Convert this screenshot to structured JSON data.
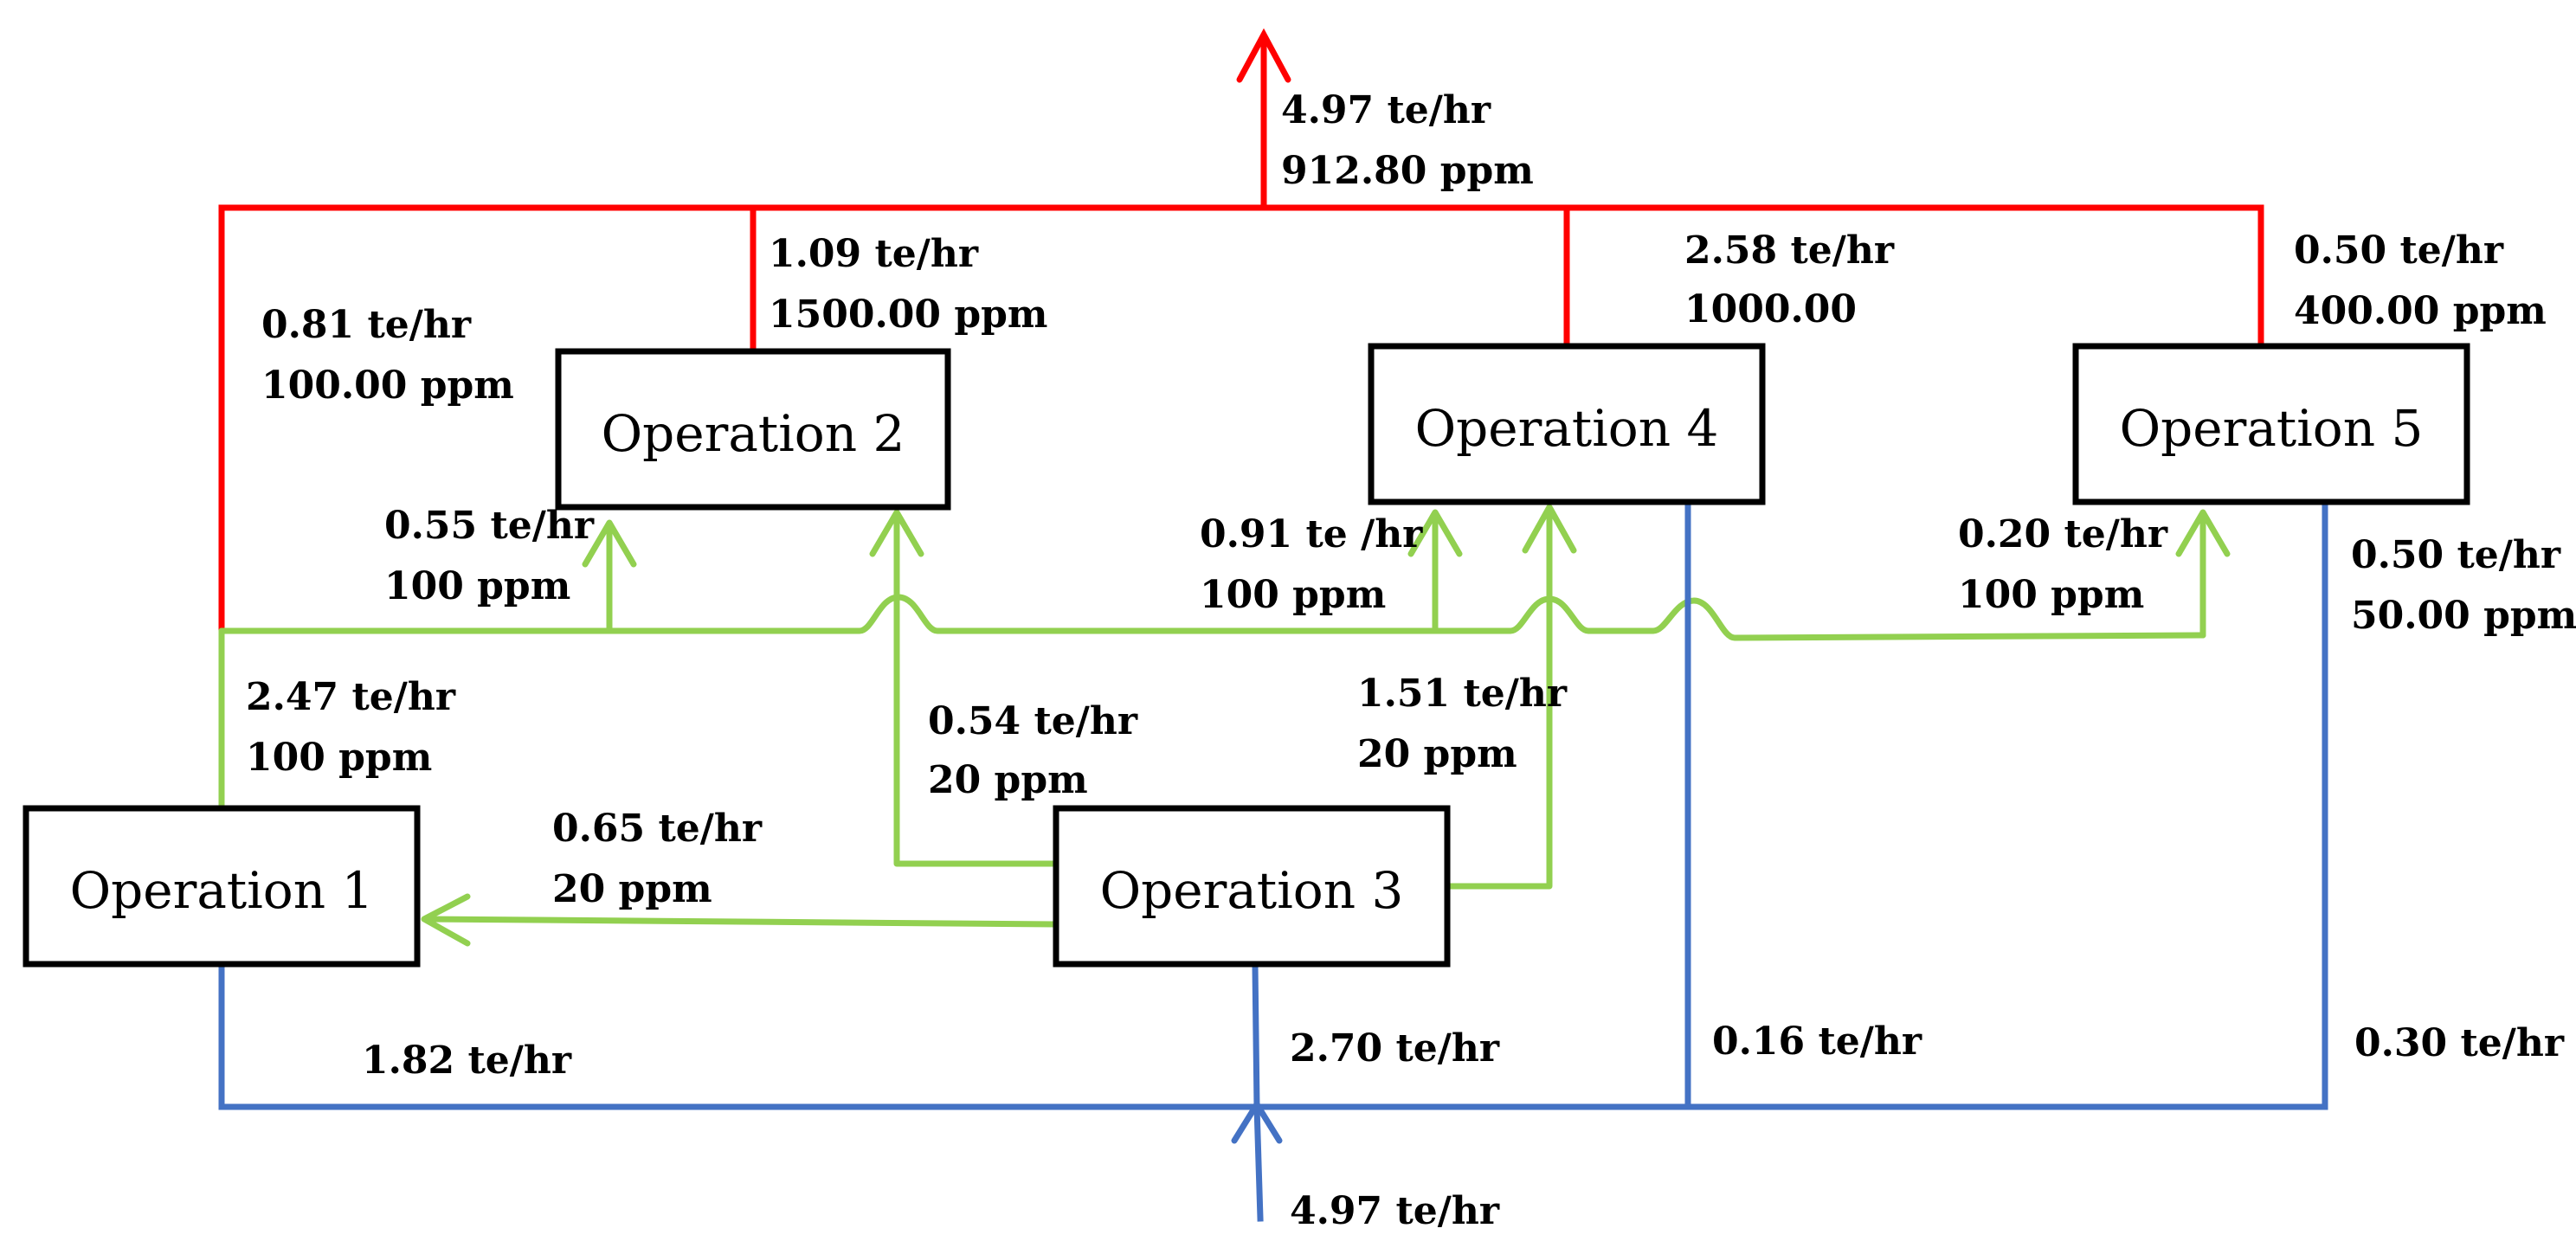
{
  "colors": {
    "wastewater": "#ff0000",
    "reuse": "#92d050",
    "freshwater": "#4472c4",
    "box_border": "#000000"
  },
  "operations": {
    "op1": "Operation 1",
    "op2": "Operation 2",
    "op3": "Operation 3",
    "op4": "Operation 4",
    "op5": "Operation 5"
  },
  "wastewater": {
    "total": {
      "flow": "4.97 te/hr",
      "conc": "912.80 ppm"
    },
    "from_op1": {
      "flow": "0.81 te/hr",
      "conc": "100.00 ppm"
    },
    "from_op2": {
      "flow": "1.09 te/hr",
      "conc": "1500.00 ppm"
    },
    "from_op4": {
      "flow": "2.58 te/hr",
      "conc": "1000.00"
    },
    "from_op5": {
      "flow": "0.50 te/hr",
      "conc": "400.00 ppm"
    }
  },
  "reuse": {
    "op1_out": {
      "flow": "2.47 te/hr",
      "conc": "100 ppm"
    },
    "to_op2_from_op1": {
      "flow": "0.55 te/hr",
      "conc": "100 ppm"
    },
    "to_op4_from_op1": {
      "flow": "0.91 te /hr",
      "conc": "100 ppm"
    },
    "to_op5_from_op1": {
      "flow": "0.20 te/hr",
      "conc": "100 ppm"
    },
    "to_op2_from_op3": {
      "flow": "0.54 te/hr",
      "conc": "20 ppm"
    },
    "to_op4_from_op3": {
      "flow": "1.51 te/hr",
      "conc": "20 ppm"
    },
    "to_op1_from_op3": {
      "flow": "0.65 te/hr",
      "conc": "20 ppm"
    }
  },
  "freshwater": {
    "total": "4.97 te/hr",
    "to_op1": "1.82 te/hr",
    "to_op3": "2.70 te/hr",
    "to_op4": "0.16 te/hr",
    "to_op5": "0.30 te/hr",
    "op5_in": {
      "flow": "0.50 te/hr",
      "conc": "50.00 ppm"
    }
  }
}
